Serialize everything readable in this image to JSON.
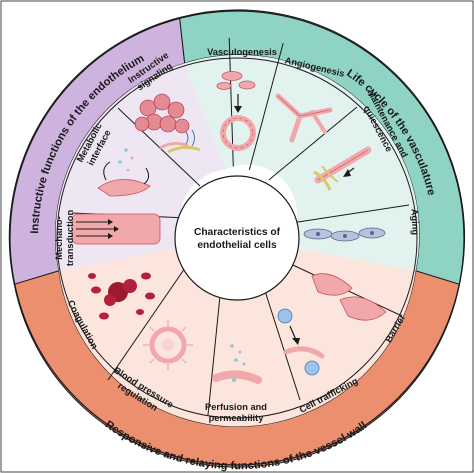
{
  "center": {
    "line1": "Characteristics of",
    "line2": "endothelial cells"
  },
  "sections": {
    "instructive": "Instructive functions of the endothelium",
    "lifecycle": "Life cycle of the vasculature",
    "responsive": "Responsive and relaying functions of the vessel wall"
  },
  "segments": {
    "vasculogenesis": "Vasculogenesis",
    "angiogenesis": "Angiogenesis",
    "maintenance_1": "Maintenance and",
    "maintenance_2": "quiescence",
    "aging": "Aging",
    "barrier": "Barrier",
    "cell_trafficking": "Cell trafficking",
    "perfusion_1": "Perfusion and",
    "perfusion_2": "permeability",
    "blood_pressure_1": "Blood pressure",
    "blood_pressure_2": "regulation",
    "coagulation": "Coagulation",
    "mechano_1": "Mechano-",
    "mechano_2": "transduction",
    "metabolic_1": "Metabolic",
    "metabolic_2": "interface",
    "instructive_signaling_1": "Instructive",
    "instructive_signaling_2": "signaling"
  },
  "colors": {
    "instructive_band": "#cdb3dd",
    "instructive_fill": "#efe6f4",
    "lifecycle_band": "#8fd3c5",
    "lifecycle_fill": "#e2f3ef",
    "responsive_band": "#eb8f6e",
    "responsive_fill": "#fbe5dc",
    "cell_pink": "#f0a8aa",
    "cell_dark": "#c75060",
    "rbc": "#b3203a",
    "cell_blue": "#b8c2de",
    "outline": "#1a1a1a"
  }
}
